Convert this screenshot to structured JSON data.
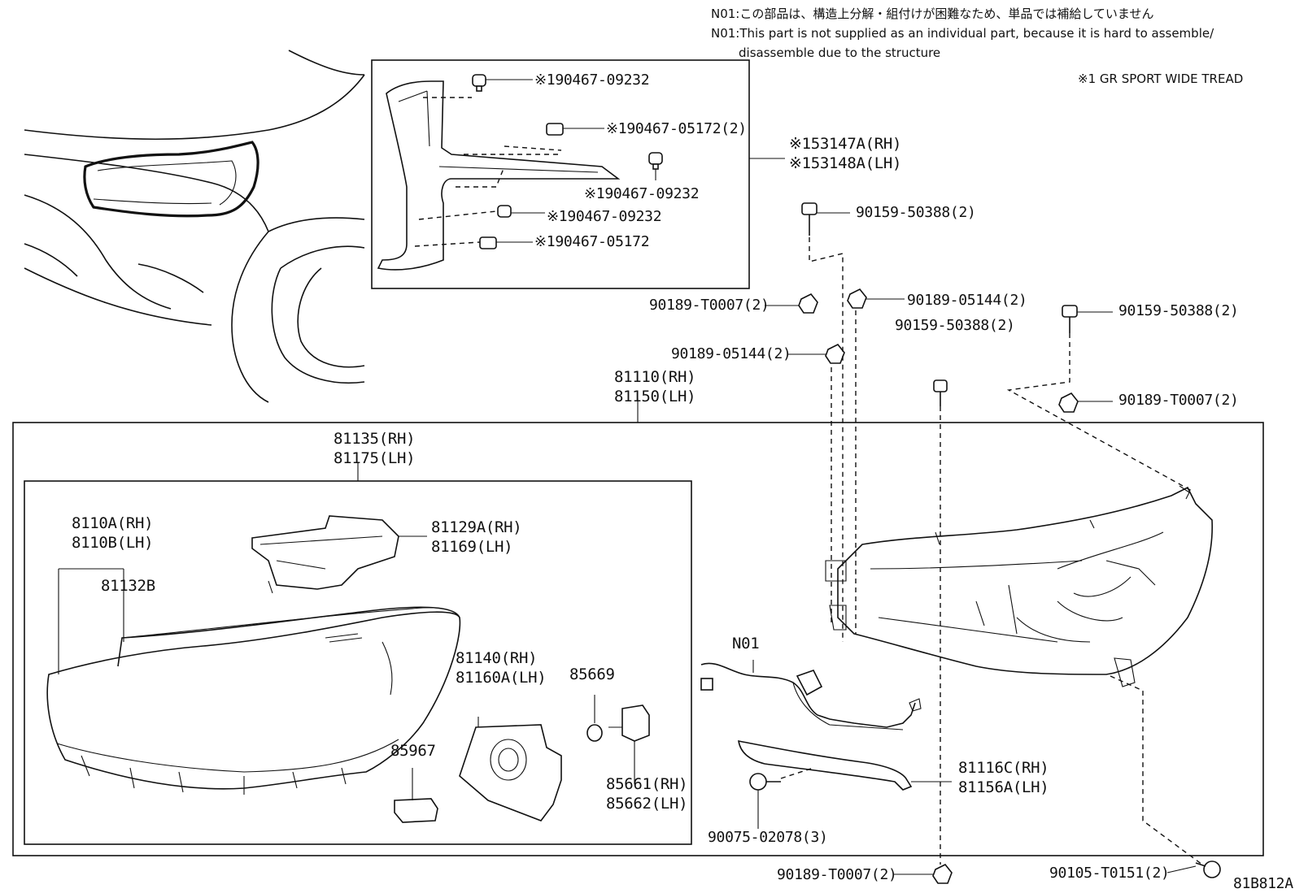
{
  "notes": {
    "n01_jp": "N01:この部品は、構造上分解・組付けが困難なため、単品では補給していません",
    "n01_en_1": "N01:This part is not supplied as an individual part, because it is hard to assemble/",
    "n01_en_2": "disassemble due to the structure",
    "grade": "※1 GR SPORT WIDE TREAD"
  },
  "diagram_id": "81B812A",
  "parts": {
    "p190467_09232_a": "※190467-09232",
    "p190467_05172_2": "※190467-05172(2)",
    "p190467_09232_b": "※190467-09232",
    "p190467_09232_c": "※190467-09232",
    "p190467_05172": "※190467-05172",
    "p153147a": "※153147A(RH)",
    "p153148a": "※153148A(LH)",
    "p90159_50388_a": "90159-50388(2)",
    "p90189_t0007_a": "90189-T0007(2)",
    "p90189_05144_a": "90189-05144(2)",
    "p90159_50388_b": "90159-50388(2)",
    "p90159_50388_c": "90159-50388(2)",
    "p90189_05144_b": "90189-05144(2)",
    "p90189_t0007_b": "90189-T0007(2)",
    "p81110": "81110(RH)",
    "p81150": "81150(LH)",
    "p81135": "81135(RH)",
    "p81175": "81175(LH)",
    "p8110a": "8110A(RH)",
    "p8110b": "8110B(LH)",
    "p81132b": "81132B",
    "p81129a": "81129A(RH)",
    "p81169": "81169(LH)",
    "p81140": "81140(RH)",
    "p81160a": "81160A(LH)",
    "p85669": "85669",
    "p85967": "85967",
    "p85661": "85661(RH)",
    "p85662": "85662(LH)",
    "pN01": "N01",
    "p81116c": "81116C(RH)",
    "p81156a": "81156A(LH)",
    "p90075_02078": "90075-02078(3)",
    "p90189_t0007_c": "90189-T0007(2)",
    "p90105_t0151": "90105-T0151(2)"
  }
}
